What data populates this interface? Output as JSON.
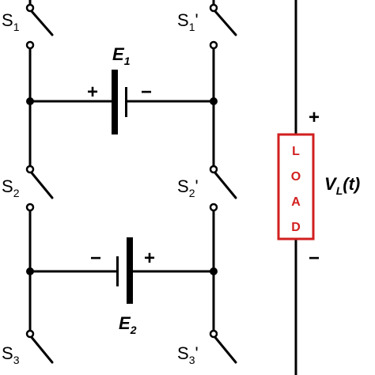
{
  "diagram": {
    "colors": {
      "wire": "#000000",
      "load": "#d21f1f",
      "background": "#ffffff"
    },
    "switches": {
      "s1": {
        "main": "S",
        "sub": "1",
        "prime": ""
      },
      "s1p": {
        "main": "S",
        "sub": "1",
        "prime": "'"
      },
      "s2": {
        "main": "S",
        "sub": "2",
        "prime": ""
      },
      "s2p": {
        "main": "S",
        "sub": "2",
        "prime": "'"
      },
      "s3": {
        "main": "S",
        "sub": "3",
        "prime": ""
      },
      "s3p": {
        "main": "S",
        "sub": "3",
        "prime": "'"
      }
    },
    "sources": {
      "e1": {
        "main": "E",
        "sub": "1",
        "plus": "+",
        "minus": "−"
      },
      "e2": {
        "main": "E",
        "sub": "2",
        "plus": "+",
        "minus": "−"
      }
    },
    "load": {
      "letters": [
        "L",
        "O",
        "A",
        "D"
      ],
      "voltage_main": "V",
      "voltage_sub": "L",
      "voltage_arg": "(t)",
      "plus": "+",
      "minus": "−"
    }
  }
}
